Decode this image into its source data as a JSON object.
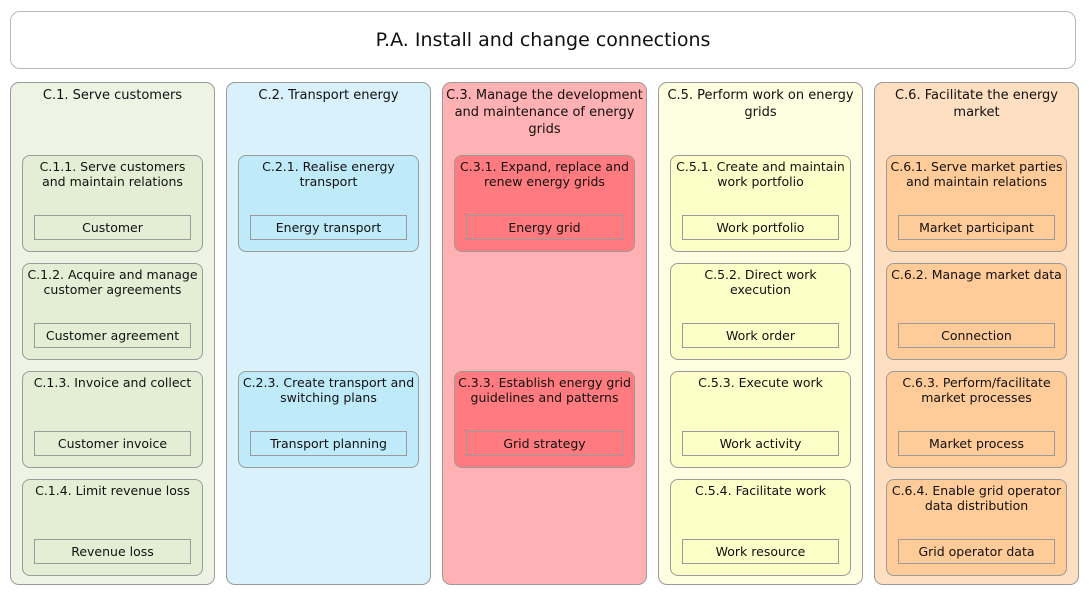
{
  "diagram_title": "P.A. Install and change connections",
  "columns": [
    {
      "title": "C.1. Serve customers",
      "color": "#eef4e4",
      "cards": [
        {
          "title": "C.1.1. Serve customers and maintain relations",
          "item": "Customer"
        },
        {
          "title": "C.1.2. Acquire and manage customer agreements",
          "item": "Customer agreement"
        },
        {
          "title": "C.1.3. Invoice and collect",
          "item": "Customer invoice"
        },
        {
          "title": "C.1.4. Limit revenue loss",
          "item": "Revenue loss"
        }
      ]
    },
    {
      "title": "C.2. Transport energy",
      "color": "#d8f1fb",
      "cards": [
        {
          "title": "C.2.1. Realise energy transport",
          "item": "Energy transport"
        },
        {
          "title": "C.2.3. Create transport and switching plans",
          "item": "Transport planning"
        }
      ]
    },
    {
      "title": "C.3. Manage the development and maintenance of energy grids",
      "color": "#ffb1b4",
      "cards": [
        {
          "title": "C.3.1. Expand, replace and renew energy grids",
          "item": "Energy grid"
        },
        {
          "title": "C.3.3. Establish energy grid guidelines and patterns",
          "item": "Grid strategy"
        }
      ]
    },
    {
      "title": "C.5. Perform work on energy grids",
      "color": "#fefee0",
      "cards": [
        {
          "title": "C.5.1. Create and maintain work portfolio",
          "item": "Work portfolio"
        },
        {
          "title": "C.5.2. Direct work execution",
          "item": "Work order"
        },
        {
          "title": "C.5.3. Execute work",
          "item": "Work activity"
        },
        {
          "title": "C.5.4. Facilitate work",
          "item": "Work resource"
        }
      ]
    },
    {
      "title": "C.6. Facilitate the energy market",
      "color": "#ffdfc2",
      "cards": [
        {
          "title": "C.6.1. Serve market parties and maintain relations",
          "item": "Market participant"
        },
        {
          "title": "C.6.2. Manage market data",
          "item": "Connection"
        },
        {
          "title": "C.6.3. Perform/facilitate market processes",
          "item": "Market process"
        },
        {
          "title": "C.6.4. Enable grid operator data distribution",
          "item": "Grid operator data"
        }
      ]
    }
  ]
}
